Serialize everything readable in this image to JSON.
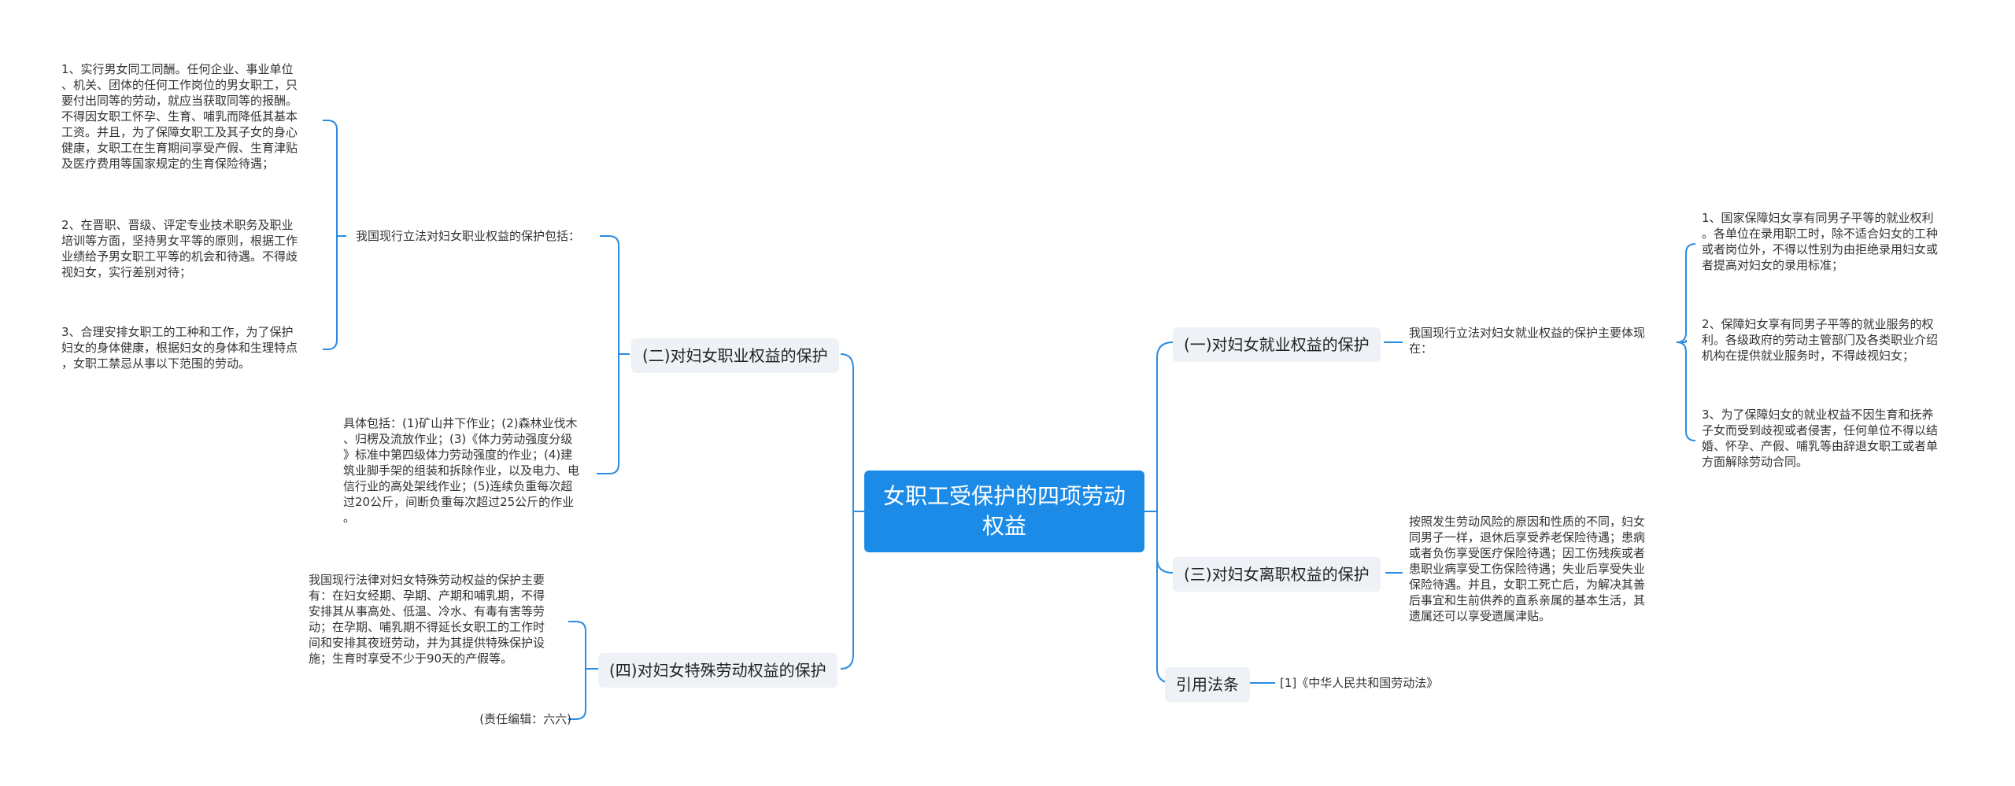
{
  "center": {
    "title": "女职工受保护的四项劳动权益"
  },
  "branches": {
    "b1": {
      "label": "(一)对妇女就业权益的保护"
    },
    "b2": {
      "label": "(二)对妇女职业权益的保护"
    },
    "b3": {
      "label": "(三)对妇女离职权益的保护"
    },
    "b4": {
      "label": "(四)对妇女特殊劳动权益的保护"
    },
    "b5": {
      "label": "引用法条"
    }
  },
  "b1": {
    "intro": "我国现行立法对妇女就业权益的保护主要体现\n在：",
    "items": [
      "1、国家保障妇女享有同男子平等的就业权利\n。各单位在录用职工时，除不适合妇女的工种\n或者岗位外，不得以性别为由拒绝录用妇女或\n者提高对妇女的录用标准；",
      "2、保障妇女享有同男子平等的就业服务的权\n利。各级政府的劳动主管部门及各类职业介绍\n机构在提供就业服务时，不得歧视妇女；",
      "3、为了保障妇女的就业权益不因生育和抚养\n子女而受到歧视或者侵害，任何单位不得以结\n婚、怀孕、产假、哺乳等由辞退女职工或者单\n方面解除劳动合同。"
    ]
  },
  "b2": {
    "intro": "我国现行立法对妇女职业权益的保护包括：",
    "items": [
      "1、实行男女同工同酬。任何企业、事业单位\n、机关、团体的任何工作岗位的男女职工，只\n要付出同等的劳动，就应当获取同等的报酬。\n不得因女职工怀孕、生育、哺乳而降低其基本\n工资。并且，为了保障女职工及其子女的身心\n健康，女职工在生育期间享受产假、生育津贴\n及医疗费用等国家规定的生育保险待遇；",
      "2、在晋职、晋级、评定专业技术职务及职业\n培训等方面，坚持男女平等的原则，根据工作\n业绩给予男女职工平等的机会和待遇。不得歧\n视妇女，实行差别对待；",
      "3、合理安排女职工的工种和工作，为了保护\n妇女的身体健康，根据妇女的身体和生理特点\n，女职工禁忌从事以下范围的劳动。"
    ],
    "detail": "具体包括：(1)矿山井下作业；(2)森林业伐木\n、归楞及流放作业；(3)《体力劳动强度分级\n》标准中第四级体力劳动强度的作业；(4)建\n筑业脚手架的组装和拆除作业，以及电力、电\n信行业的高处架线作业；(5)连续负重每次超\n过20公斤，间断负重每次超过25公斤的作业\n。"
  },
  "b3": {
    "text": "按照发生劳动风险的原因和性质的不同，妇女\n同男子一样，退休后享受养老保险待遇；患病\n或者负伤享受医疗保险待遇；因工伤残疾或者\n患职业病享受工伤保险待遇；失业后享受失业\n保险待遇。并且，女职工死亡后，为解决其善\n后事宜和生前供养的直系亲属的基本生活，其\n遗属还可以享受遗属津贴。"
  },
  "b4": {
    "text": "我国现行法律对妇女特殊劳动权益的保护主要\n有：在妇女经期、孕期、产期和哺乳期，不得\n安排其从事高处、低温、冷水、有毒有害等劳\n动；在孕期、哺乳期不得延长女职工的工作时\n间和安排其夜班劳动，并为其提供特殊保护设\n施；生育时享受不少于90天的产假等。",
    "editor": "(责任编辑：六六)"
  },
  "b5": {
    "ref": "[1]《中华人民共和国劳动法》"
  },
  "colors": {
    "accent": "#1c8be8",
    "line": "#2b8be0",
    "branch_bg": "#eef1f5"
  }
}
